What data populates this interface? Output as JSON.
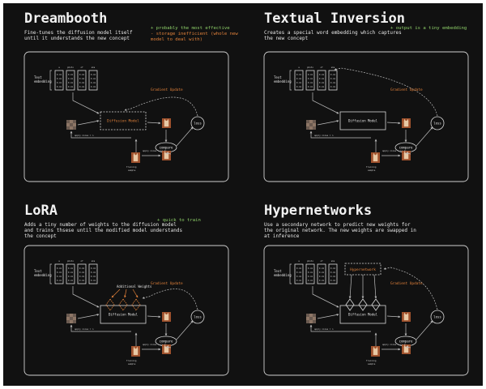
{
  "panels": [
    {
      "id": "dreambooth",
      "title": "Dreambooth",
      "description": [
        "Fine-tunes the diffusion model itself",
        "until it understands the new concept"
      ],
      "notes_green": [
        "+ probably the most effective"
      ],
      "notes_orange": [
        "- storage inefficient (whole new",
        "model to deal with)"
      ],
      "model_label": "Diffusion Model",
      "gradient_label": "Gradient Update",
      "compare_label": "compare",
      "loss_label": "loss",
      "embedding_label": [
        "Text",
        "embedding"
      ],
      "tokens": [
        "a",
        "photo",
        "of",
        "sks"
      ],
      "noise_label_top": "apply noise = n",
      "noise_label_bottom": "apply noise = (n-1)",
      "sample_label": [
        "Training",
        "sample"
      ]
    },
    {
      "id": "textual-inversion",
      "title": "Textual Inversion",
      "description": [
        "Creates a special word embedding which captures",
        "the new concept"
      ],
      "notes_green": [
        "+ output is a tiny embedding"
      ],
      "notes_orange": [],
      "model_label": "Diffusion Model",
      "gradient_label": "Gradient Update",
      "compare_label": "compare",
      "loss_label": "loss",
      "embedding_label": [
        "Text",
        "embedding"
      ],
      "tokens": [
        "a",
        "photo",
        "of",
        "sks"
      ],
      "noise_label_top": "apply noise = n",
      "noise_label_bottom": "apply noise = (n-1)",
      "sample_label": [
        "Training",
        "sample"
      ]
    },
    {
      "id": "lora",
      "title": "LoRA",
      "description": [
        "Adds a tiny number of weights to the diffusion model",
        "and trains thsese until the modified model understands",
        "the concept"
      ],
      "notes_green": [
        "+ quick to train"
      ],
      "notes_orange": [],
      "model_label": "Diffusion Model",
      "gradient_label": "Gradient Update",
      "extra_label": "Additional Weights",
      "compare_label": "compare",
      "loss_label": "loss",
      "embedding_label": [
        "Text",
        "embedding"
      ],
      "tokens": [
        "a",
        "photo",
        "of",
        "sks"
      ],
      "noise_label_top": "apply noise = n",
      "noise_label_bottom": "apply noise = (n-1)",
      "sample_label": [
        "Training",
        "sample"
      ]
    },
    {
      "id": "hypernetworks",
      "title": "Hypernetworks",
      "description": [
        "Use a secondary network to predict new weights for",
        "the original network. The new weights are swapped in",
        "at inference"
      ],
      "notes_green": [],
      "notes_orange": [],
      "model_label": "Diffusion Model",
      "gradient_label": "Gradient Update",
      "extra_label": "Hypernetwork",
      "compare_label": "compare",
      "loss_label": "loss",
      "embedding_label": [
        "Text",
        "embedding"
      ],
      "tokens": [
        "a",
        "photo",
        "of",
        "sks"
      ],
      "noise_label_top": "apply noise = n",
      "noise_label_bottom": "apply noise = (n-1)",
      "sample_label": [
        "Training",
        "sample"
      ]
    }
  ],
  "embedding_cell_value": "0.41",
  "colors": {
    "background": "#111111",
    "text": "#f2f2f2",
    "green": "#8fd16a",
    "orange": "#e0803a",
    "line": "#bdbdbd"
  }
}
